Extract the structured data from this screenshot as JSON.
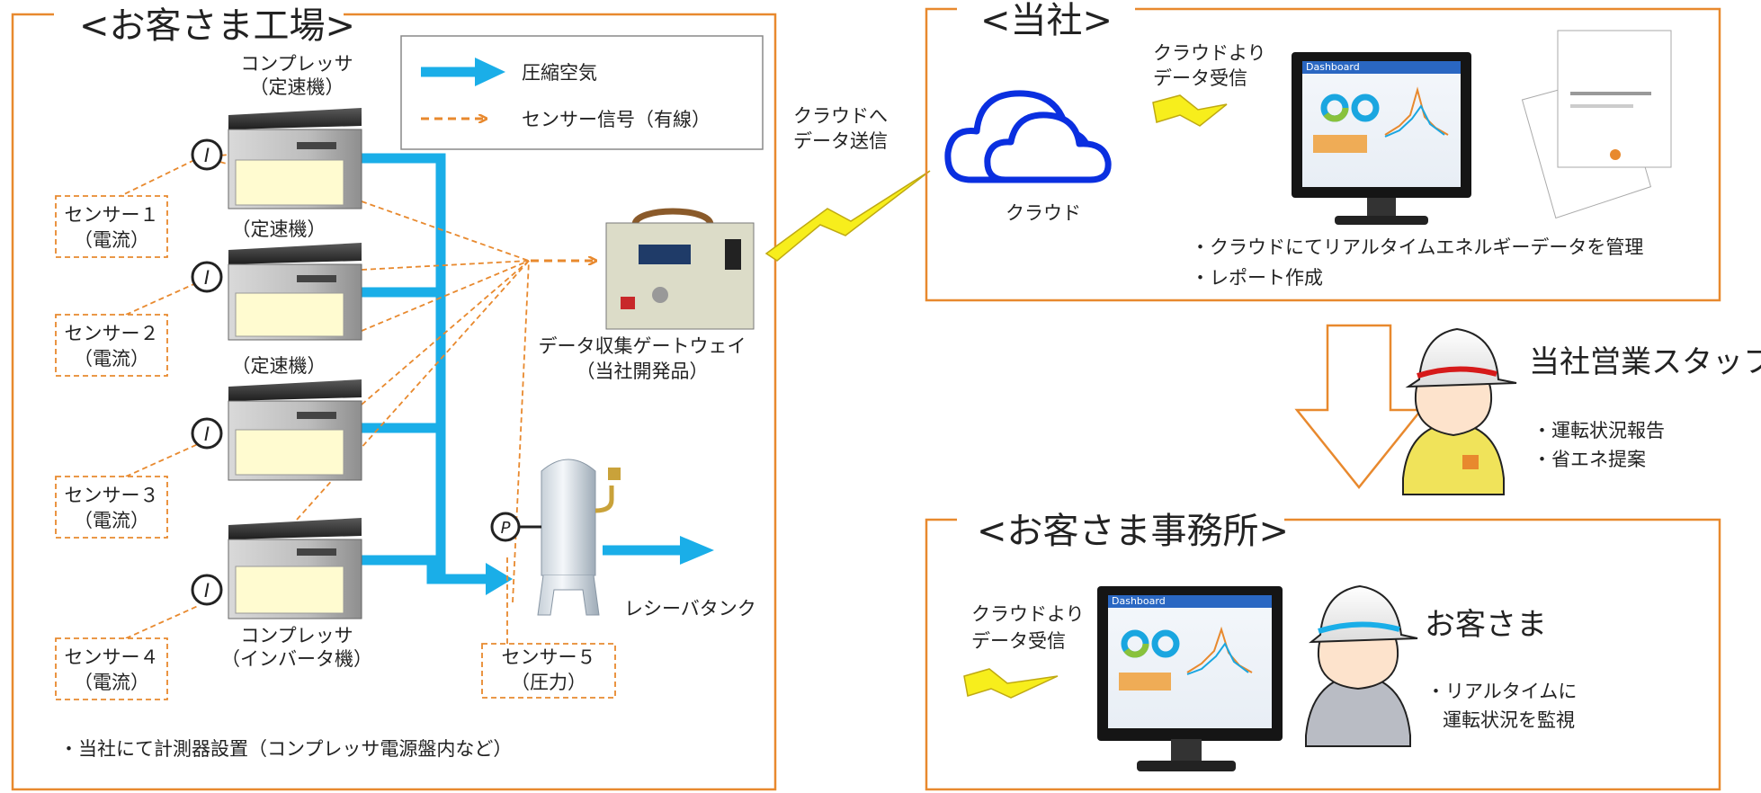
{
  "factory": {
    "title": "<お客さま工場>",
    "compressor_top_label": [
      "コンプレッサ",
      "（定速機）"
    ],
    "fixed_speed_label_2": "（定速機）",
    "fixed_speed_label_3": "（定速機）",
    "compressor_bottom_label": [
      "コンプレッサ",
      "（インバータ機）"
    ],
    "sensors": [
      {
        "name": "センサー１",
        "unit": "（電流）",
        "symbol": "I"
      },
      {
        "name": "センサー２",
        "unit": "（電流）",
        "symbol": "I"
      },
      {
        "name": "センサー３",
        "unit": "（電流）",
        "symbol": "I"
      },
      {
        "name": "センサー４",
        "unit": "（電流）",
        "symbol": "I"
      },
      {
        "name": "センサー５",
        "unit": "（圧力）",
        "symbol": "P"
      }
    ],
    "gateway_label": [
      "データ収集ゲートウェイ",
      "（当社開発品）"
    ],
    "tank_label": "レシーバタンク",
    "footnote": "・当社にて計測器設置（コンプレッサ電源盤内など）"
  },
  "legend": {
    "compressed_air": "圧縮空気",
    "sensor_signal": "センサー信号（有線）"
  },
  "cloud_send": [
    "クラウドへ",
    "データ送信"
  ],
  "company": {
    "title": "<当社>",
    "receive_label": [
      "クラウドより",
      "データ受信"
    ],
    "cloud_label": "クラウド",
    "dashboard_label": "Dashboard",
    "bullets": [
      "・クラウドにてリアルタイムエネルギーデータを管理",
      "・レポート作成"
    ]
  },
  "staff": {
    "title": "当社営業スタッフ",
    "bullets": [
      "・運転状況報告",
      "・省エネ提案"
    ]
  },
  "office": {
    "title": "<お客さま事務所>",
    "receive_label": [
      "クラウドより",
      "データ受信"
    ],
    "dashboard_label": "Dashboard",
    "customer_title": "お客さま",
    "bullets": [
      "・リアルタイムに",
      "運転状況を監視"
    ]
  },
  "colors": {
    "frame_orange": "#e8892e",
    "air_blue": "#1aaee8",
    "bolt_yellow": "#f7ee1c",
    "cloud_blue": "#0a2fe0"
  }
}
